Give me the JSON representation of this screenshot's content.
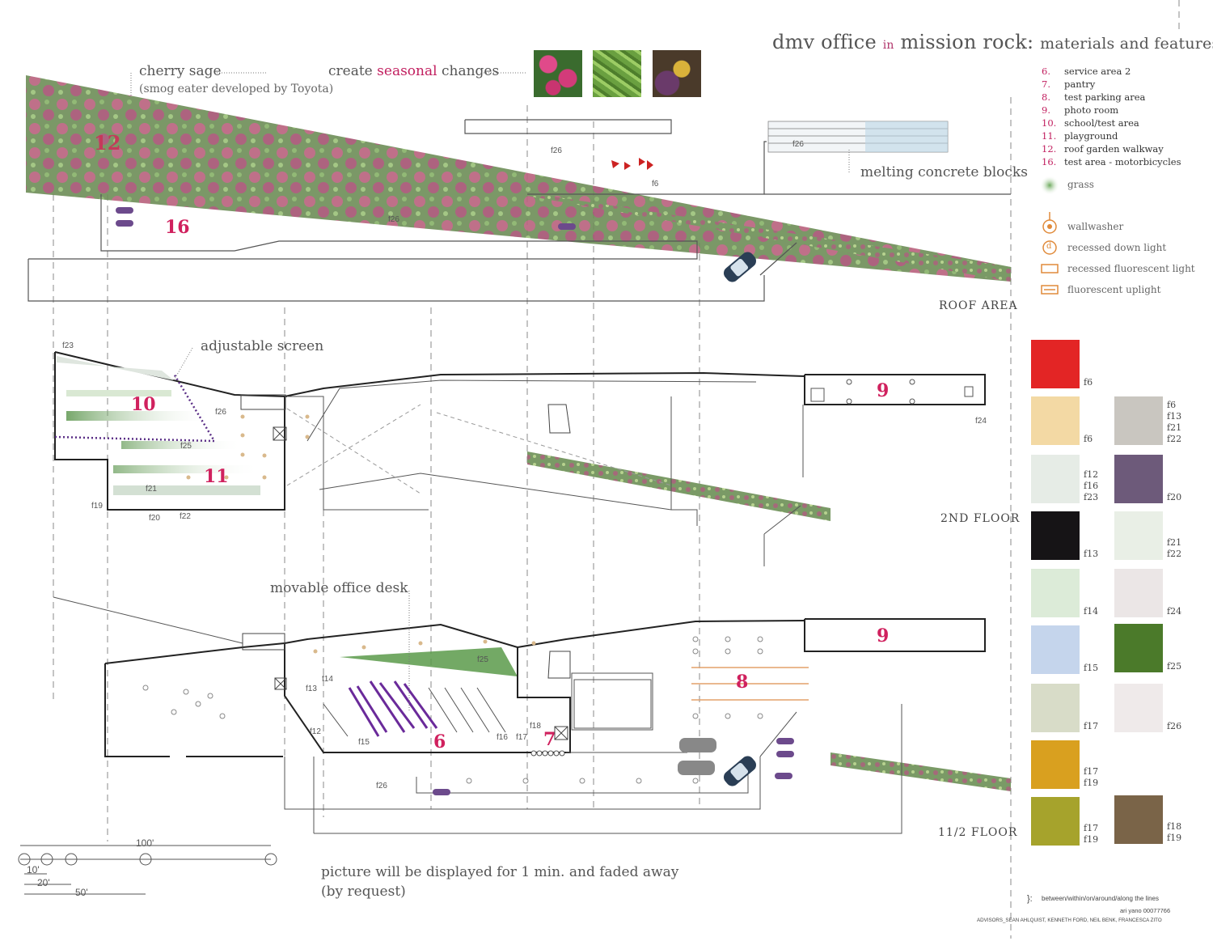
{
  "title": {
    "part1": "dmv office",
    "part2": "in",
    "part3": "mission rock:",
    "part4": "materials and features"
  },
  "legend_areas": [
    {
      "num": "6.",
      "label": "service area 2"
    },
    {
      "num": "7.",
      "label": "pantry"
    },
    {
      "num": "8.",
      "label": "test parking area"
    },
    {
      "num": "9.",
      "label": "photo room"
    },
    {
      "num": "10.",
      "label": "school/test area"
    },
    {
      "num": "11.",
      "label": "playground"
    },
    {
      "num": "12.",
      "label": "roof garden walkway"
    },
    {
      "num": "16.",
      "label": "test area - motorbicycles"
    }
  ],
  "legend_symbols": {
    "grass": "grass",
    "wallwasher": "wallwasher",
    "recessed_down": "recessed down light",
    "recessed_fluor": "recessed fluorescent light",
    "fluor_uplight": "fluorescent uplight",
    "d_letter": "d"
  },
  "notes": {
    "cherry_sage": "cherry sage",
    "cherry_sage_sub": "(smog eater developed by Toyota)",
    "create": "create",
    "seasonal": "seasonal",
    "changes": "changes",
    "melting": "melting concrete blocks",
    "adjustable": "adjustable screen",
    "movable": "movable office desk",
    "picture_line1": "picture will be displayed for 1 min. and faded away",
    "picture_line2": "(by request)"
  },
  "floors": {
    "roof": "ROOF AREA",
    "second": "2ND FLOOR",
    "first": "11/2 FLOOR"
  },
  "area_numbers": {
    "n12": "12",
    "n16": "16",
    "n10": "10",
    "n11": "11",
    "n9a": "9",
    "n9b": "9",
    "n8": "8",
    "n6": "6",
    "n7": "7"
  },
  "plan_tags": {
    "f26_roof": "f26",
    "f26_roof2": "f26",
    "f26_roof3": "f26",
    "f6_roof": "f6",
    "f23": "f23",
    "f26_2nd": "f26",
    "f25_2nd": "f25",
    "f21": "f21",
    "f19": "f19",
    "f20": "f20",
    "f22": "f22",
    "f24": "f24",
    "f25_1st": "f25",
    "f14": "f14",
    "f13": "f13",
    "f12": "f12",
    "f15": "f15",
    "f16": "f16",
    "f17": "f17",
    "f18": "f18",
    "f26_1st": "f26"
  },
  "scale": {
    "s100": "100'",
    "s10": "10'",
    "s20": "20'",
    "s50": "50'"
  },
  "swatches": [
    {
      "color": "#e32525",
      "labels": [
        "f6"
      ]
    },
    {
      "color": "#f3d9a4",
      "labels": [
        "f6"
      ]
    },
    {
      "color": "#c9c6c0",
      "labels": [
        "f6",
        "f13",
        "f21",
        "f22"
      ]
    },
    {
      "color": "#e6ece6",
      "labels": [
        "f12",
        "f16",
        "f23"
      ]
    },
    {
      "color": "#6d5a7a",
      "labels": [
        "f20"
      ]
    },
    {
      "color": "#161416",
      "labels": [
        "f13"
      ]
    },
    {
      "color": "#e9efe6",
      "labels": [
        "f21",
        "f22"
      ]
    },
    {
      "color": "#dcebd8",
      "labels": [
        "f14"
      ]
    },
    {
      "color": "#ebe6e6",
      "labels": [
        "f24"
      ]
    },
    {
      "color": "#c5d5ec",
      "labels": [
        "f15"
      ]
    },
    {
      "color": "#4b7a2a",
      "labels": [
        "f25"
      ]
    },
    {
      "color": "#d8dcc8",
      "labels": [
        "f17"
      ]
    },
    {
      "color": "#efeaea",
      "labels": [
        "f26"
      ]
    },
    {
      "color": "#d9a01f",
      "labels": [
        "f17",
        "f19"
      ]
    },
    {
      "color": "#a6a32c",
      "labels": [
        "f17",
        "f19"
      ]
    },
    {
      "color": "#7a6448",
      "labels": [
        "f18",
        "f19"
      ]
    }
  ],
  "footer": {
    "brace": "}:",
    "motto": "between/within/on/around/along the lines",
    "id": "ari yano 00077766",
    "advisors": "ADVISORS_SEAN AHLQUIST, KENNETH FORD, NEIL BENK, FRANCESCA ZITO"
  },
  "colors": {
    "accent": "#d0215e",
    "line": "#333333",
    "grass": "#6e9a50"
  }
}
